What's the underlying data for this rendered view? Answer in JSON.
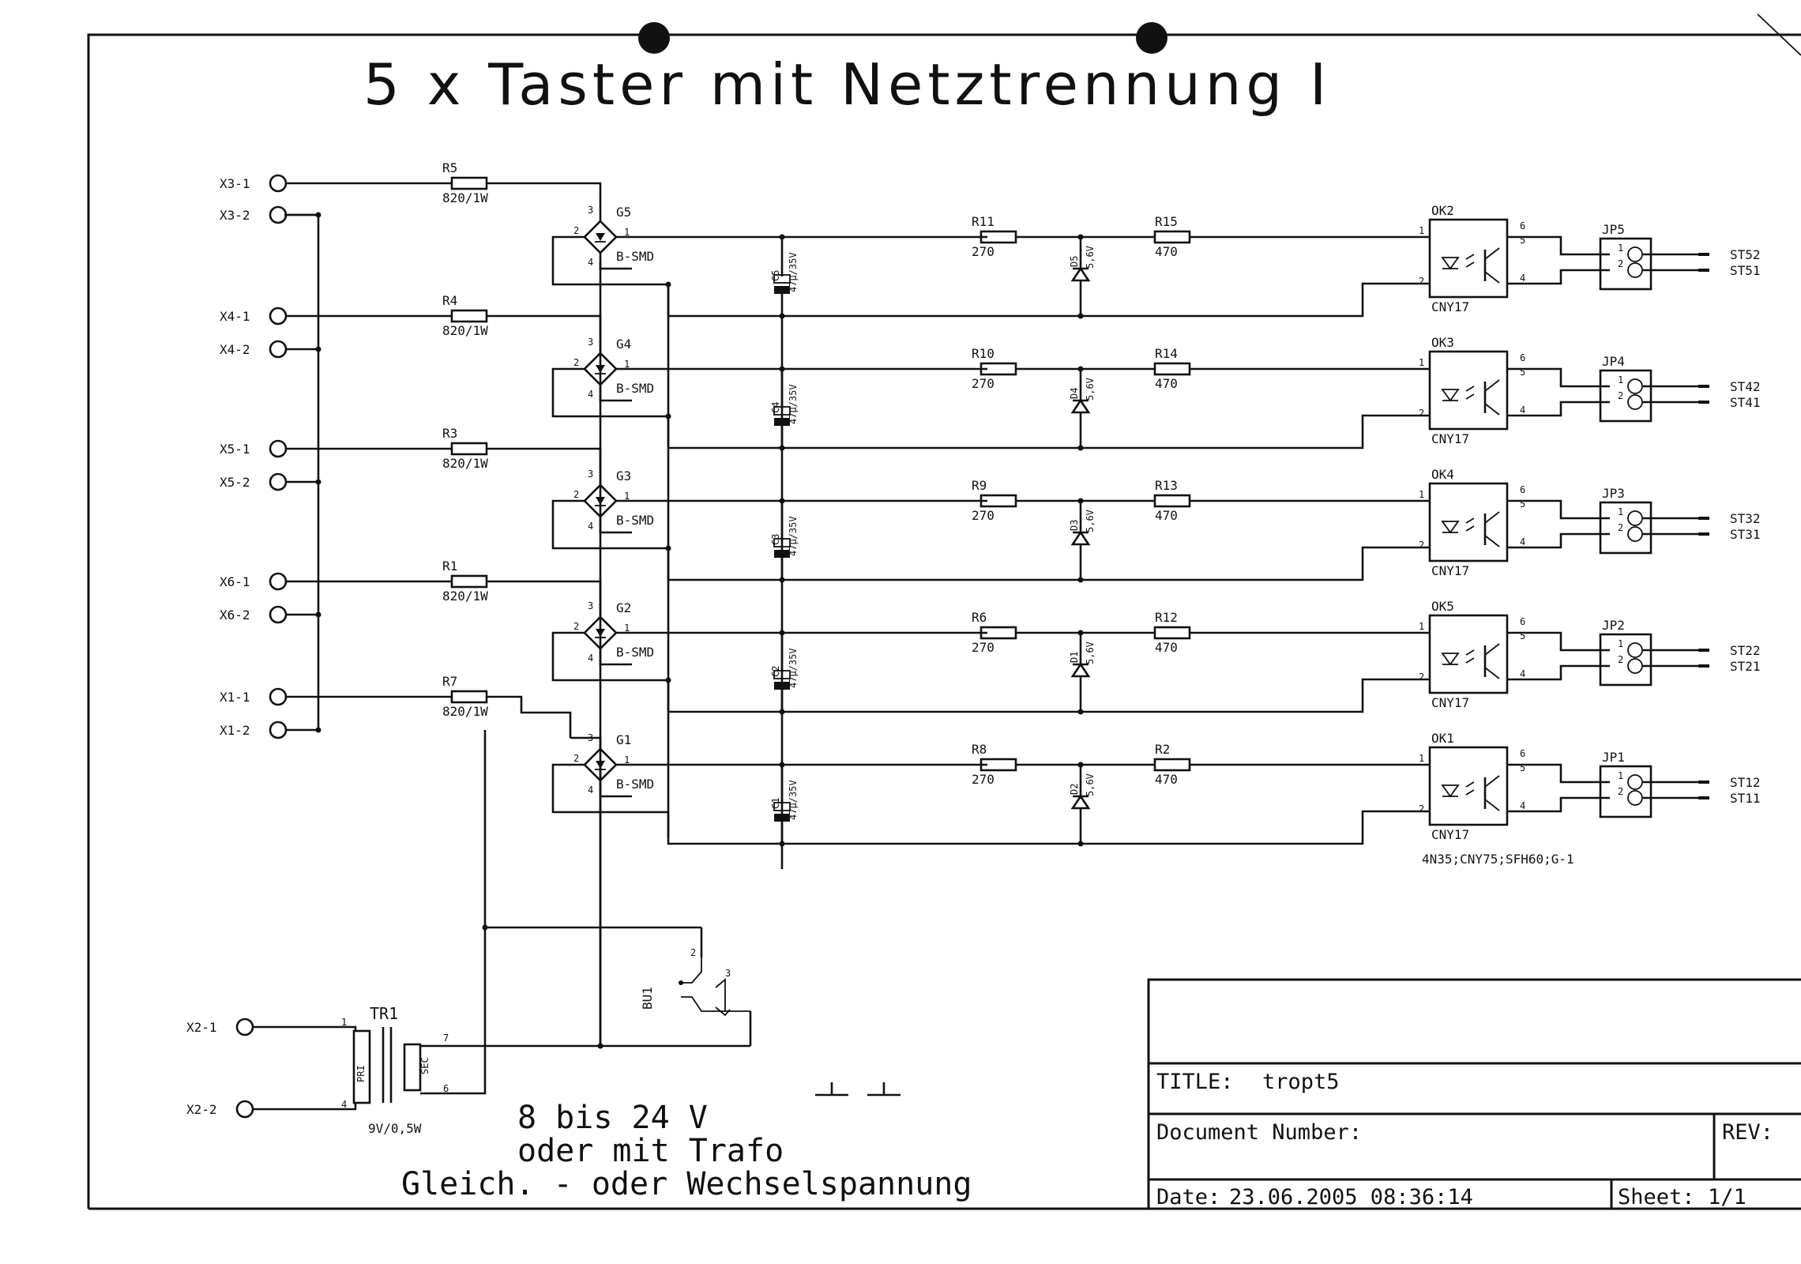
{
  "title": "5 x Taster mit Netztrennung I",
  "inputs_left": [
    "X3-1",
    "X3-2",
    "X4-1",
    "X4-2",
    "X5-1",
    "X5-2",
    "X6-1",
    "X6-2",
    "X1-1",
    "X1-2"
  ],
  "channels": [
    {
      "series_r": "R5",
      "series_r_val": "820/1W",
      "rect": "G5",
      "rect_type": "B-SMD",
      "cap": "C5",
      "cap_val": "47µ/35V",
      "rr": "R11",
      "rr_val": "270",
      "zd": "D5",
      "zd_val": "5,6V",
      "rl": "R15",
      "rl_val": "470",
      "ok": "OK2",
      "ok_type": "CNY17",
      "jp": "JP5",
      "out_a": "ST52",
      "out_b": "ST51"
    },
    {
      "series_r": "R4",
      "series_r_val": "820/1W",
      "rect": "G4",
      "rect_type": "B-SMD",
      "cap": "C4",
      "cap_val": "47µ/35V",
      "rr": "R10",
      "rr_val": "270",
      "zd": "D4",
      "zd_val": "5,6V",
      "rl": "R14",
      "rl_val": "470",
      "ok": "OK3",
      "ok_type": "CNY17",
      "jp": "JP4",
      "out_a": "ST42",
      "out_b": "ST41"
    },
    {
      "series_r": "R3",
      "series_r_val": "820/1W",
      "rect": "G3",
      "rect_type": "B-SMD",
      "cap": "C3",
      "cap_val": "47µ/35V",
      "rr": "R9",
      "rr_val": "270",
      "zd": "D3",
      "zd_val": "5,6V",
      "rl": "R13",
      "rl_val": "470",
      "ok": "OK4",
      "ok_type": "CNY17",
      "jp": "JP3",
      "out_a": "ST32",
      "out_b": "ST31"
    },
    {
      "series_r": "R1",
      "series_r_val": "820/1W",
      "rect": "G2",
      "rect_type": "B-SMD",
      "cap": "C2",
      "cap_val": "47µ/35V",
      "rr": "R6",
      "rr_val": "270",
      "zd": "D1",
      "zd_val": "5,6V",
      "rl": "R12",
      "rl_val": "470",
      "ok": "OK5",
      "ok_type": "CNY17",
      "jp": "JP2",
      "out_a": "ST22",
      "out_b": "ST21"
    },
    {
      "series_r": "R7",
      "series_r_val": "820/1W",
      "rect": "G1",
      "rect_type": "B-SMD",
      "cap": "C1",
      "cap_val": "47µ/35V",
      "rr": "R8",
      "rr_val": "270",
      "zd": "D2",
      "zd_val": "5,6V",
      "rl": "R2",
      "rl_val": "470",
      "ok": "OK1",
      "ok_type": "CNY17",
      "jp": "JP1",
      "out_a": "ST12",
      "out_b": "ST11"
    }
  ],
  "ok_alternatives": "4N35;CNY75;SFH60;G-1",
  "transformer": {
    "name": "TR1",
    "pri": "PRI",
    "sec": "SEC",
    "rating": "9V/0,5W",
    "in_a": "X2-1",
    "in_b": "X2-2"
  },
  "jack": "BU1",
  "note_lines": [
    "8 bis 24 V",
    "oder mit Trafo",
    "Gleich. - oder Wechselspannung"
  ],
  "title_block": {
    "title_label": "TITLE:",
    "title_value": "tropt5",
    "doc_label": "Document Number:",
    "rev_label": "REV:",
    "date_label": "Date:",
    "date_value": "23.06.2005 08:36:14",
    "sheet_label": "Sheet:",
    "sheet_value": "1/1"
  }
}
